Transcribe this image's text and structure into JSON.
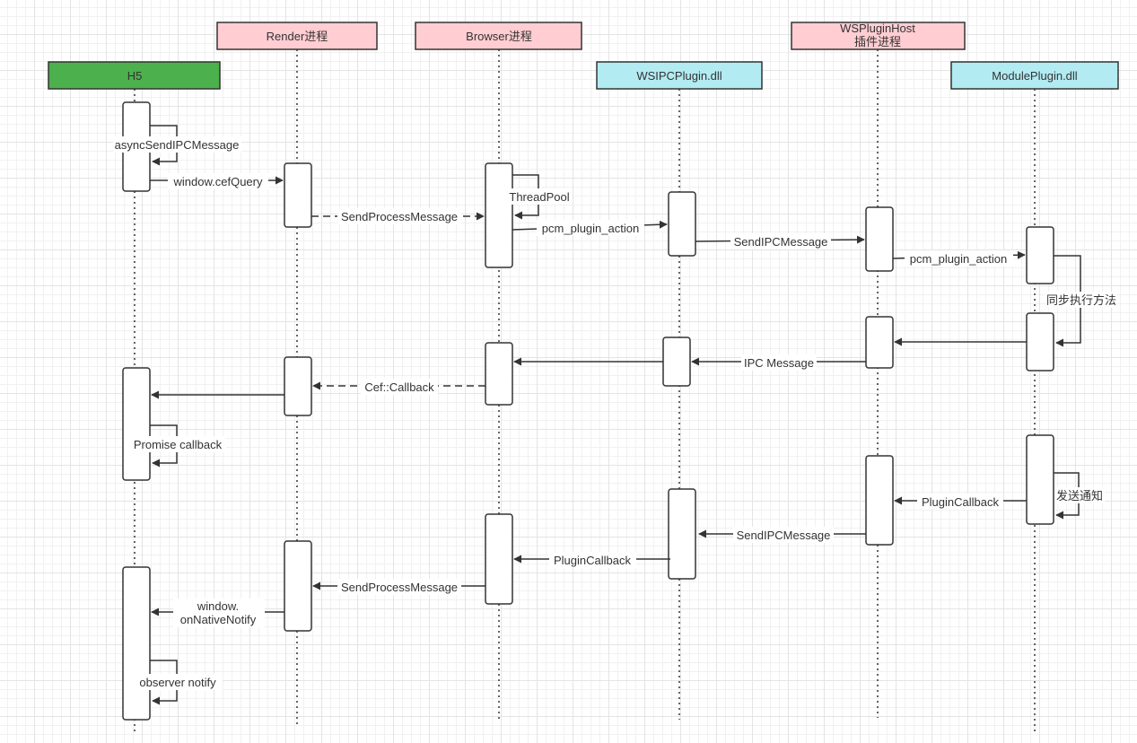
{
  "colors": {
    "green": "#4cb04c",
    "pink": "#ffcdd2",
    "cyan": "#b2ebf2",
    "line": "#333333"
  },
  "participants": {
    "h5": "H5",
    "render": "Render进程",
    "browser": "Browser进程",
    "wsipc": "WSIPCPlugin.dll",
    "host_line1": "WSPluginHost",
    "host_line2": "插件进程",
    "module": "ModulePlugin.dll"
  },
  "messages": {
    "async_send": "asyncSendIPCMessage",
    "cef_query": "window.cefQuery",
    "send_process_1": "SendProcessMessage",
    "thread_pool": "ThreadPool",
    "pcm_action_1": "pcm_plugin_action",
    "send_ipc_1": "SendIPCMessage",
    "pcm_action_2": "pcm_plugin_action",
    "sync_exec": "同步执行方法",
    "ipc_message": "IPC Message",
    "cef_callback": "Cef::Callback",
    "promise_callback": "Promise callback",
    "send_notify": "发送通知",
    "plugin_callback_1": "PluginCallback",
    "send_ipc_2": "SendIPCMessage",
    "plugin_callback_2": "PluginCallback",
    "send_process_2": "SendProcessMessage",
    "native_notify_line1": "window.",
    "native_notify_line2": "onNativeNotify",
    "observer_notify": "observer notify"
  }
}
